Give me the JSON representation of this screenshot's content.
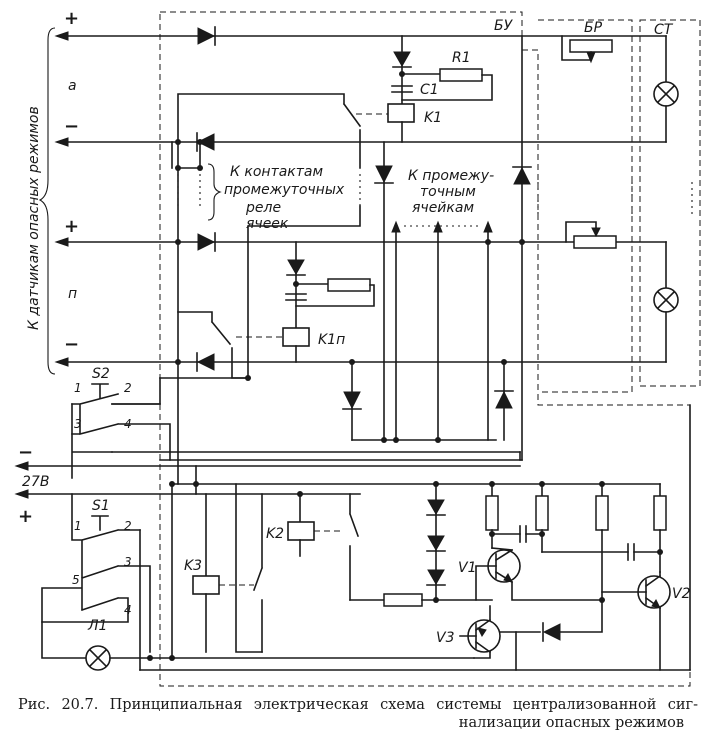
{
  "labels": {
    "side": "К датчикам опасных режимов",
    "group_a": "а",
    "group_n": "п",
    "plus": "+",
    "minus": "−",
    "bu": "БУ",
    "br": "БР",
    "st": "СТ",
    "r1": "R1",
    "c1": "C1",
    "k1": "K1",
    "k1n": "K1п",
    "k2": "K2",
    "k3": "K3",
    "s1": "S1",
    "s2": "S2",
    "v1": "V1",
    "v2": "V2",
    "v3": "V3",
    "l1": "Л1",
    "v27": "27В",
    "to_relay_contacts_1": "К контактам",
    "to_relay_contacts_2": "промежуточных",
    "to_relay_contacts_3": "реле",
    "to_relay_contacts_4": "ячеек",
    "to_cells_1": "К промежу-",
    "to_cells_2": "точным",
    "to_cells_3": "ячейкам",
    "pin1": "1",
    "pin2": "2",
    "pin3": "3",
    "pin4": "4",
    "pin5": "5"
  },
  "caption": {
    "line1": "Рис. 20.7. Принципиальная электрическая схема системы централизованной сиг-",
    "line2": "нализации опасных режимов"
  }
}
